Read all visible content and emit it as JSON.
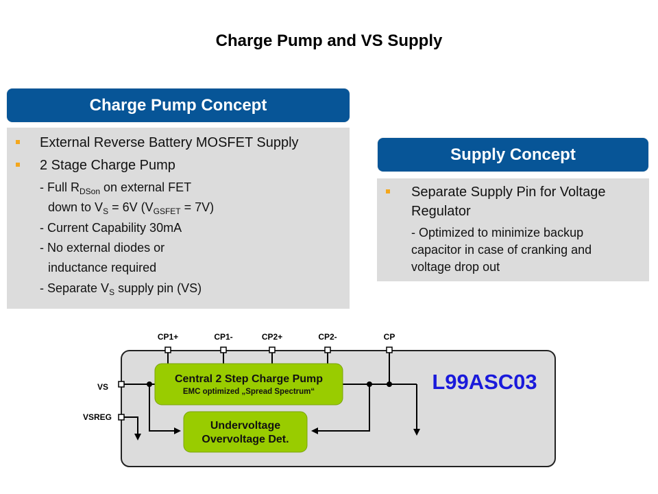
{
  "slide": {
    "title": "Charge Pump and VS Supply"
  },
  "charge_pump_concept": {
    "header": "Charge Pump Concept",
    "bullets": [
      "External Reverse Battery MOSFET Supply",
      "2 Stage Charge Pump"
    ],
    "sub_items": {
      "l1_pre": "- Full R",
      "l1_sub": "DSon",
      "l1_post": " on external FET",
      "l2_pre": "down to V",
      "l2_sub": "S",
      "l2_mid": " = 6V (V",
      "l2_sub2": "GSFET",
      "l2_post": " = 7V)",
      "l3": "- Current Capability 30mA",
      "l4": "- No external diodes or",
      "l5": "inductance required",
      "l6_pre": "- Separate V",
      "l6_sub": "S",
      "l6_post": " supply pin (VS)"
    }
  },
  "supply_concept": {
    "header": "Supply Concept",
    "bullet_line1": "Separate Supply Pin for Voltage",
    "bullet_line2": "Regulator",
    "sub_line1": "- Optimized to minimize backup",
    "sub_line2": "capacitor in case of cranking and",
    "sub_line3": "voltage drop out"
  },
  "diagram": {
    "chip_name": "L99ASC03",
    "chip_name_color": "#1a1adb",
    "block_color": "#99cc00",
    "pins_top": [
      "CP1+",
      "CP1-",
      "CP2+",
      "CP2-",
      "CP"
    ],
    "pins_left": [
      "VS",
      "VSREG"
    ],
    "charge_pump_block": {
      "title": "Central 2 Step Charge Pump",
      "subtitle": "EMC optimized „Spread Spectrum“"
    },
    "detector_block": {
      "line1": "Undervoltage",
      "line2": "Overvoltage Det."
    }
  }
}
